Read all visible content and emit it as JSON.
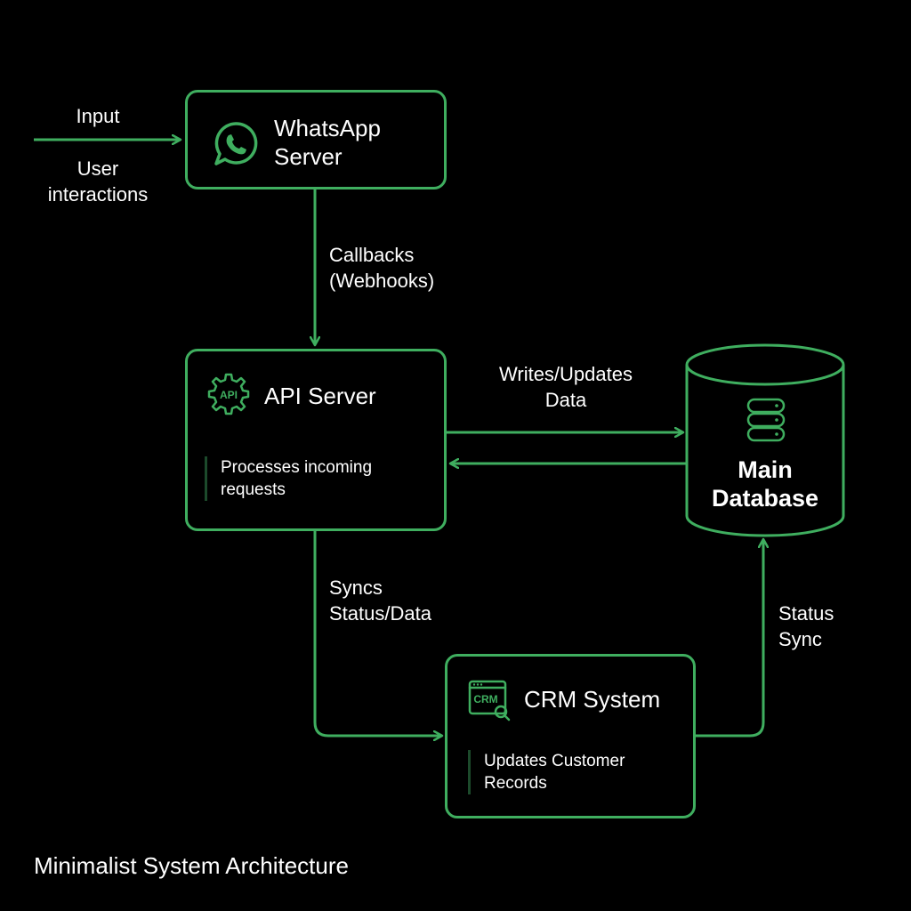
{
  "colors": {
    "accent": "#3fae5f",
    "background": "#000000",
    "text": "#ffffff",
    "divider": "#1c4a2b"
  },
  "nodes": {
    "whatsapp": {
      "title": "WhatsApp\nServer",
      "icon": "whatsapp-icon"
    },
    "api": {
      "title": "API Server",
      "icon": "api-gear-icon",
      "description": "Processes incoming requests"
    },
    "database": {
      "title": "Main Database",
      "icon": "database-icon"
    },
    "crm": {
      "title": "CRM System",
      "icon": "crm-icon",
      "description": "Updates Customer Records",
      "icon_text": "CRM"
    }
  },
  "api_icon_text": "API",
  "edges": {
    "input_top": "Input",
    "input_bottom": "User interactions",
    "callbacks": "Callbacks (Webhooks)",
    "writes": "Writes/Updates Data",
    "syncs": "Syncs Status/Data",
    "status_sync": "Status Sync"
  },
  "footer": {
    "title": "Minimalist System Architecture"
  }
}
